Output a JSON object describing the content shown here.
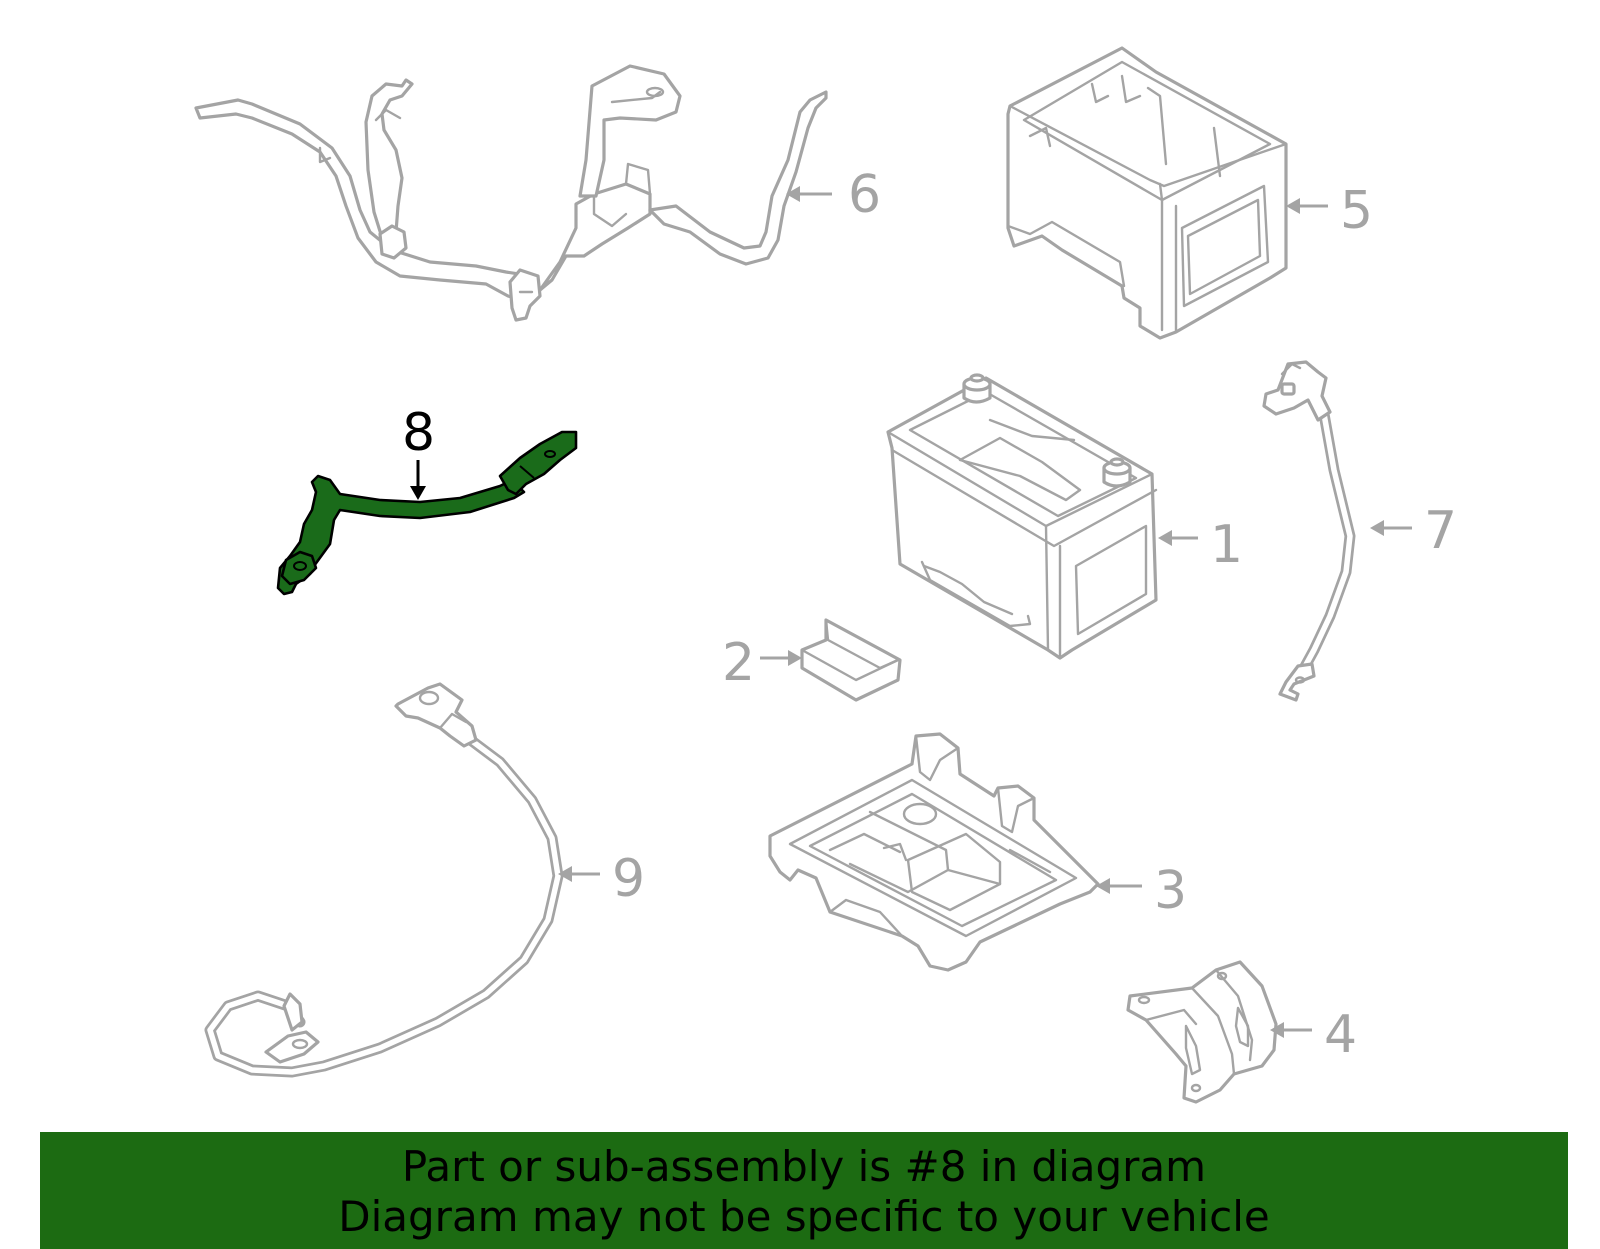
{
  "diagram": {
    "highlighted_part": "8",
    "callouts": {
      "c1": "1",
      "c2": "2",
      "c3": "3",
      "c4": "4",
      "c5": "5",
      "c6": "6",
      "c7": "7",
      "c8": "8",
      "c9": "9"
    },
    "colors": {
      "part_outline": "#a4a4a4",
      "highlight_fill": "#1a6b1a",
      "banner_background": "#1c6b12"
    }
  },
  "footer": {
    "line1": "Part or sub-assembly is #8 in diagram",
    "line2": "Diagram may not be specific to your vehicle"
  }
}
